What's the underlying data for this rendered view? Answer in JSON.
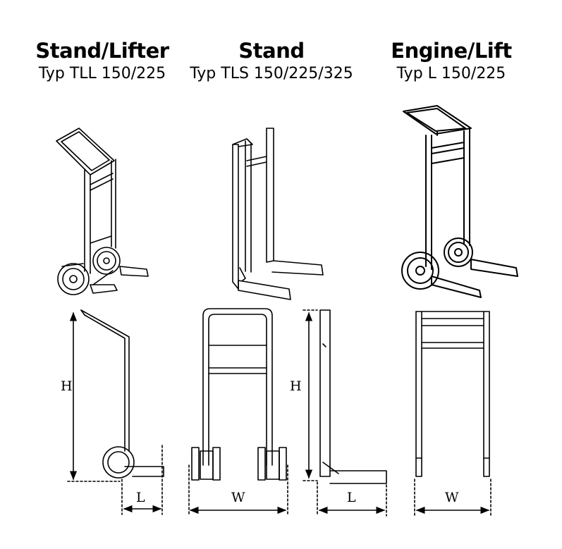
{
  "products": [
    {
      "title": "Stand/Lifter",
      "model": "Typ TLL 150/225"
    },
    {
      "title": "Stand",
      "model": "Typ TLS 150/225/325"
    },
    {
      "title": "Engine/Lift",
      "model": "Typ L 150/225"
    }
  ],
  "dimensions": {
    "h1": "H",
    "l1": "L",
    "w1": "W",
    "h2": "H",
    "l2": "L",
    "w2": "W"
  }
}
